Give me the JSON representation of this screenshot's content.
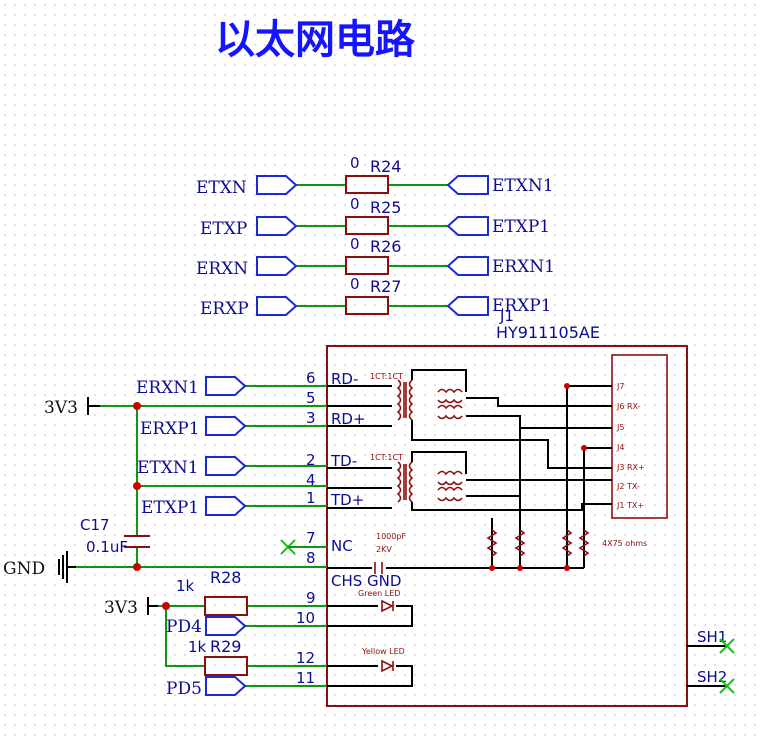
{
  "title": "以太网电路",
  "net_ports_left": [
    "ETXN",
    "ETXP",
    "ERXN",
    "ERXP"
  ],
  "net_ports_right": [
    "ETXN1",
    "ETXP1",
    "ERXN1",
    "ERXP1"
  ],
  "resistors_top": [
    {
      "ref": "R24",
      "value": "0"
    },
    {
      "ref": "R25",
      "value": "0"
    },
    {
      "ref": "R26",
      "value": "0"
    },
    {
      "ref": "R27",
      "value": "0"
    }
  ],
  "connector": {
    "ref": "J1",
    "part": "HY911105AE"
  },
  "power": [
    "3V3",
    "GND",
    "3V3"
  ],
  "cap_c17": {
    "ref": "C17",
    "value": "0.1uF"
  },
  "left_ports": [
    "ERXN1",
    "ERXP1",
    "ETXN1",
    "ETXP1",
    "PD4",
    "PD5"
  ],
  "led_resistors": [
    {
      "ref": "R28",
      "value": "1k"
    },
    {
      "ref": "R29",
      "value": "1k"
    }
  ],
  "pin_numbers": [
    "6",
    "5",
    "3",
    "2",
    "4",
    "1",
    "7",
    "8",
    "9",
    "10",
    "12",
    "11"
  ],
  "pin_names": [
    "RD-",
    "RD+",
    "TD-",
    "TD+",
    "NC",
    "CHS GND"
  ],
  "transformer_labels": [
    "1CT:1CT",
    "1CT:1CT"
  ],
  "cap_inside": {
    "value": "1000pF",
    "voltage": "2KV"
  },
  "leds": [
    "Green LED",
    "Yellow LED"
  ],
  "jack_pins": [
    "J7",
    "J6 RX-",
    "J5",
    "J4",
    "J3 RX+",
    "J2 TX-",
    "J1 TX+"
  ],
  "resistor_network": "4X75 ohms",
  "shield_pins": [
    "SH1",
    "SH2"
  ],
  "colors": {
    "title": "#1414ff",
    "wire": "#109610",
    "device": "#8a1010",
    "port": "#1a2ad6",
    "junction": "#cc0000"
  }
}
